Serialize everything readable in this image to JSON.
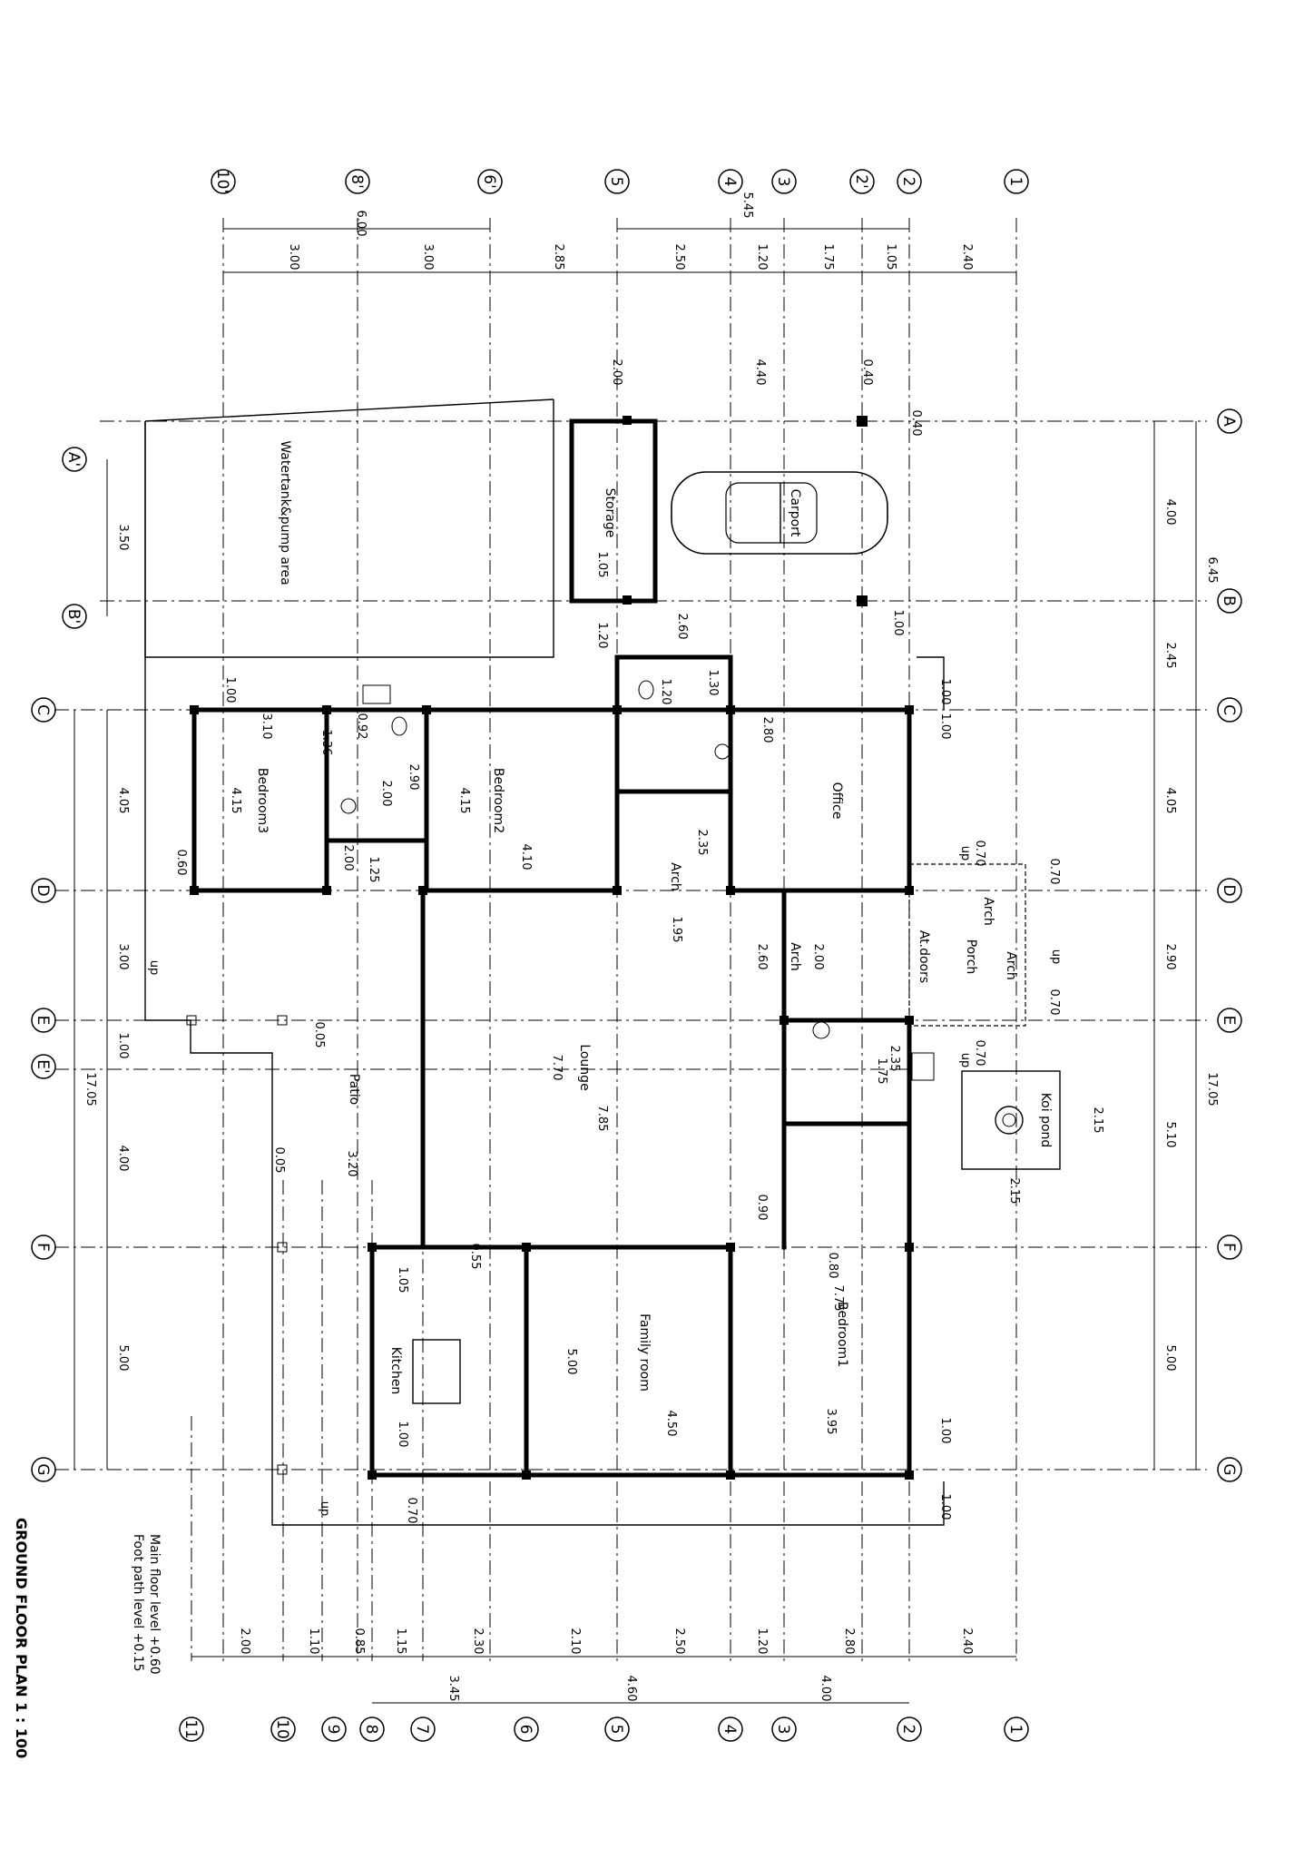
{
  "grid_top": [
    "10'",
    "8'",
    "6'",
    "5",
    "4",
    "3",
    "2'",
    "2",
    "1"
  ],
  "grid_bottom": [
    "11",
    "10",
    "9",
    "8",
    "7",
    "6",
    "5",
    "4",
    "3",
    "2",
    "1"
  ],
  "grid_left": [
    "C",
    "D",
    "E",
    "E'",
    "F",
    "G",
    "A'",
    "B'"
  ],
  "grid_right": [
    "A",
    "B",
    "C",
    "D",
    "E",
    "F",
    "G"
  ],
  "dims_top": {
    "row1": [
      "6.00",
      "5.45"
    ],
    "row2": [
      "3.00",
      "3.00",
      "2.85",
      "2.50",
      "1.20",
      "1.75",
      "1.05",
      "2.40"
    ]
  },
  "dims_bottom": {
    "row1": [
      "2.00",
      "1.10",
      "0.85",
      "1.15",
      "2.30",
      "2.10",
      "2.50",
      "1.20",
      "2.80",
      "2.40"
    ],
    "row2": [
      "3.45",
      "4.60",
      "4.00"
    ]
  },
  "dims_left": [
    "4.05",
    "3.00",
    "1.00",
    "4.00",
    "5.00",
    "17.05",
    "3.50"
  ],
  "dims_right": [
    "4.00",
    "6.45",
    "2.45",
    "4.05",
    "2.90",
    "17.05",
    "5.10",
    "5.00"
  ],
  "rooms": {
    "storage": "Storage",
    "carport": "Carport",
    "water": "Watertank&pump area",
    "bedroom3": "Bedroom3",
    "bedroom2": "Bedroom2",
    "office": "Office",
    "arch1": "Arch",
    "lounge": "Lounge",
    "arch2": "Arch",
    "atdoors": "At.doors",
    "porch": "Porch",
    "arch3": "Arch",
    "arch4": "Arch",
    "patio": "Patio",
    "koi": "Koi pond",
    "kitchen": "Kitchen",
    "family": "Family room",
    "bedroom1": "Bedroom1"
  },
  "interior_dims": {
    "d200": "2.00",
    "d440": "4.40",
    "d040": "0.40",
    "d040b": "0.40",
    "d100a": "1.00",
    "d105": "1.05",
    "d120": "1.20",
    "d260a": "2.60",
    "d120b": "1.20",
    "d130": "1.30",
    "d100b": "1.00",
    "d310": "3.10",
    "d136": "1.36",
    "d092": "0.92",
    "d290": "2.90",
    "d200b": "2.00",
    "d415": "4.15",
    "d415b": "4.15",
    "d410": "4.10",
    "d235": "2.35",
    "d280": "2.80",
    "d100c": "1.00",
    "d100d": "1.00",
    "d060": "0.60",
    "d200c": "2.00",
    "d125": "1.25",
    "d195": "1.95",
    "d260b": "2.60",
    "d200d": "2.00",
    "d070a": "0.70",
    "d070b": "0.70",
    "d070c": "0.70",
    "d070d": "0.70",
    "d005": "0.05",
    "d005b": "0.05",
    "d320": "3.20",
    "d770": "7.70",
    "d785": "7.85",
    "d235b": "2.35",
    "d175": "1.75",
    "d215": "2.15",
    "d215b": "2.15",
    "d090": "0.90",
    "d055": "0.55",
    "d080": "0.80",
    "d105b": "1.05",
    "d775": "7.75",
    "d500": "5.00",
    "d450": "4.50",
    "d395": "3.95",
    "d100e": "1.00",
    "d100f": "1.00",
    "d100g": "1.00",
    "d070e": "0.70"
  },
  "up": {
    "u1": "up",
    "u2": "up",
    "u3": "up",
    "u4": "up",
    "u5": "up"
  },
  "notes": {
    "main": "Main floor level +0.60",
    "path": "Foot path level +0.15",
    "title": "GROUND FLOOR PLAN   1 : 100"
  }
}
